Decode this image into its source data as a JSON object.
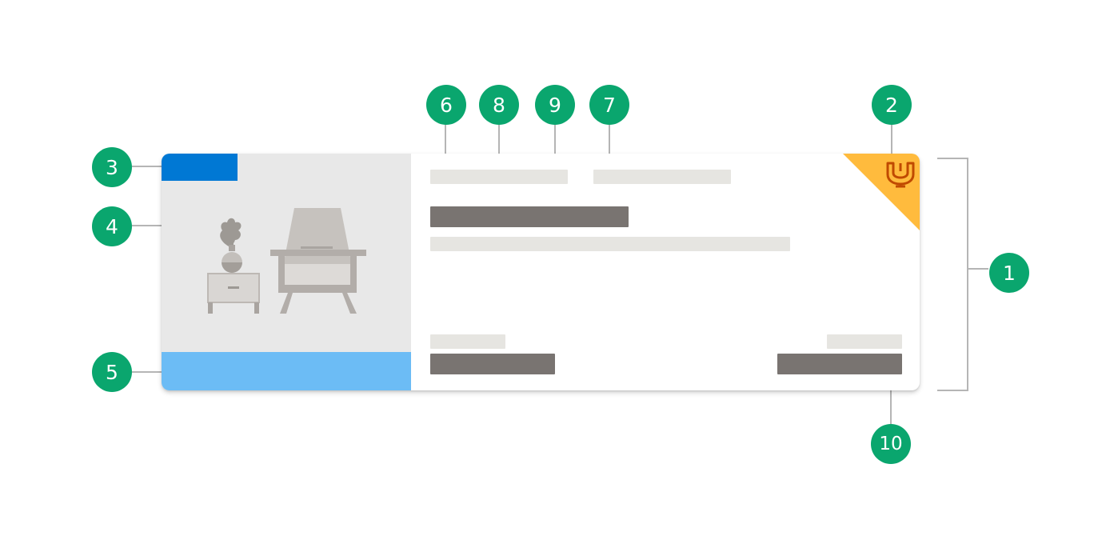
{
  "diagram": {
    "callouts": [
      {
        "id": "b1",
        "label": "1"
      },
      {
        "id": "b2",
        "label": "2"
      },
      {
        "id": "b3",
        "label": "3"
      },
      {
        "id": "b4",
        "label": "4"
      },
      {
        "id": "b5",
        "label": "5"
      },
      {
        "id": "b6",
        "label": "6"
      },
      {
        "id": "b7",
        "label": "7"
      },
      {
        "id": "b8",
        "label": "8"
      },
      {
        "id": "b9",
        "label": "9"
      },
      {
        "id": "b10",
        "label": "10"
      }
    ],
    "illustration": "armchair-and-side-table-icon",
    "corner_icon": "loyalty-badge-icon",
    "colors": {
      "callout": "#0aa66e",
      "accent_blue": "#0078d4",
      "light_blue": "#6cbcf5",
      "corner": "#ffbb3d",
      "corner_icon": "#c04a00",
      "placeholder_light": "#e6e5e1",
      "placeholder_dark": "#797471",
      "media_bg": "#e8e8e8",
      "leader": "#b5b5b5"
    }
  }
}
